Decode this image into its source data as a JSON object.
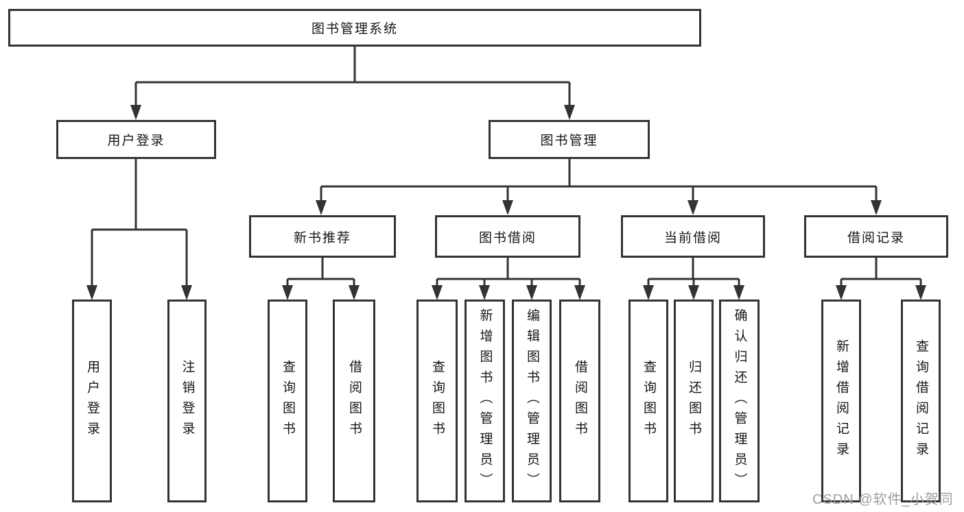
{
  "diagram": {
    "tree": {
      "label": "图书管理系统",
      "children": [
        {
          "label": "用户登录",
          "children": [
            {
              "label": "用户登录"
            },
            {
              "label": "注销登录"
            }
          ]
        },
        {
          "label": "图书管理",
          "children": [
            {
              "label": "新书推荐",
              "children": [
                {
                  "label": "查询图书"
                },
                {
                  "label": "借阅图书"
                }
              ]
            },
            {
              "label": "图书借阅",
              "children": [
                {
                  "label": "查询图书"
                },
                {
                  "label": "新增图书（管理员）"
                },
                {
                  "label": "编辑图书（管理员）"
                },
                {
                  "label": "借阅图书"
                }
              ]
            },
            {
              "label": "当前借阅",
              "children": [
                {
                  "label": "查询图书"
                },
                {
                  "label": "归还图书"
                },
                {
                  "label": "确认归还（管理员）"
                }
              ]
            },
            {
              "label": "借阅记录",
              "children": [
                {
                  "label": "新增借阅记录"
                },
                {
                  "label": "查询借阅记录"
                }
              ]
            }
          ]
        }
      ]
    },
    "colors": {
      "line": "#333333",
      "box_border": "#333333",
      "box_fill": "#ffffff",
      "text": "#161616",
      "watermark": "#9e9e9e",
      "background": "#ffffff"
    }
  },
  "watermark": {
    "text": "CSDN @软件_小贺同学"
  }
}
